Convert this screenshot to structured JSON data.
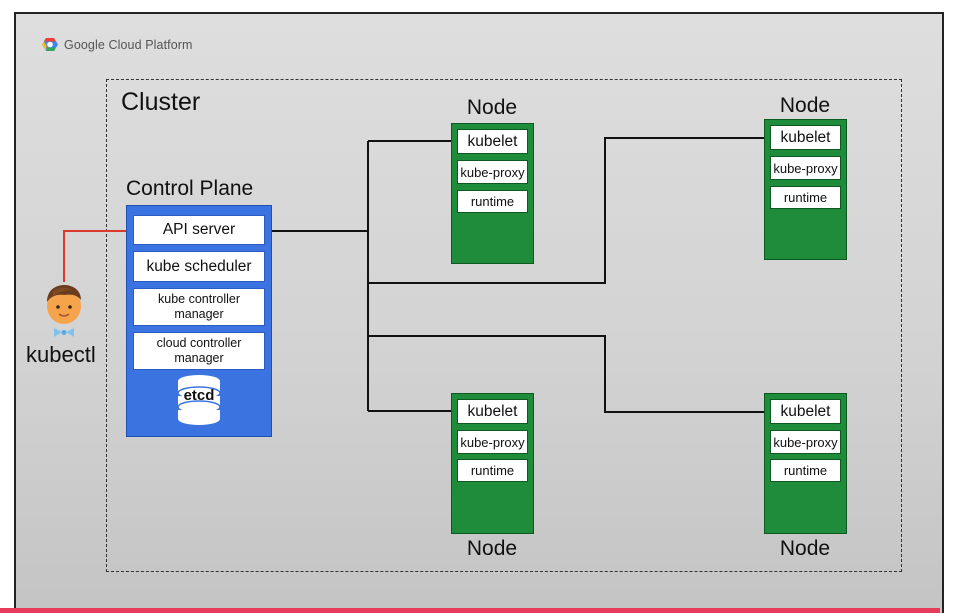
{
  "brand": {
    "name": "Google Cloud Platform",
    "icon": "gcp-hexagon-logo"
  },
  "cluster": {
    "label": "Cluster"
  },
  "control_plane": {
    "title": "Control Plane",
    "components": [
      "API server",
      "kube scheduler",
      "kube controller\nmanager",
      "cloud controller\nmanager"
    ],
    "etcd_label": "etcd"
  },
  "nodes": [
    {
      "label": "Node",
      "items": [
        "kubelet",
        "kube-proxy",
        "runtime"
      ]
    },
    {
      "label": "Node",
      "items": [
        "kubelet",
        "kube-proxy",
        "runtime"
      ]
    },
    {
      "label": "Node",
      "items": [
        "kubelet",
        "kube-proxy",
        "runtime"
      ]
    },
    {
      "label": "Node",
      "items": [
        "kubelet",
        "kube-proxy",
        "runtime"
      ]
    }
  ],
  "kubectl": {
    "label": "kubectl",
    "icon": "person-avatar-icon"
  },
  "colors": {
    "control_plane": "#3b74e0",
    "node": "#1e8c3a",
    "kubectl_link": "#d93a2b",
    "progress_bar": "#e63c5c"
  }
}
